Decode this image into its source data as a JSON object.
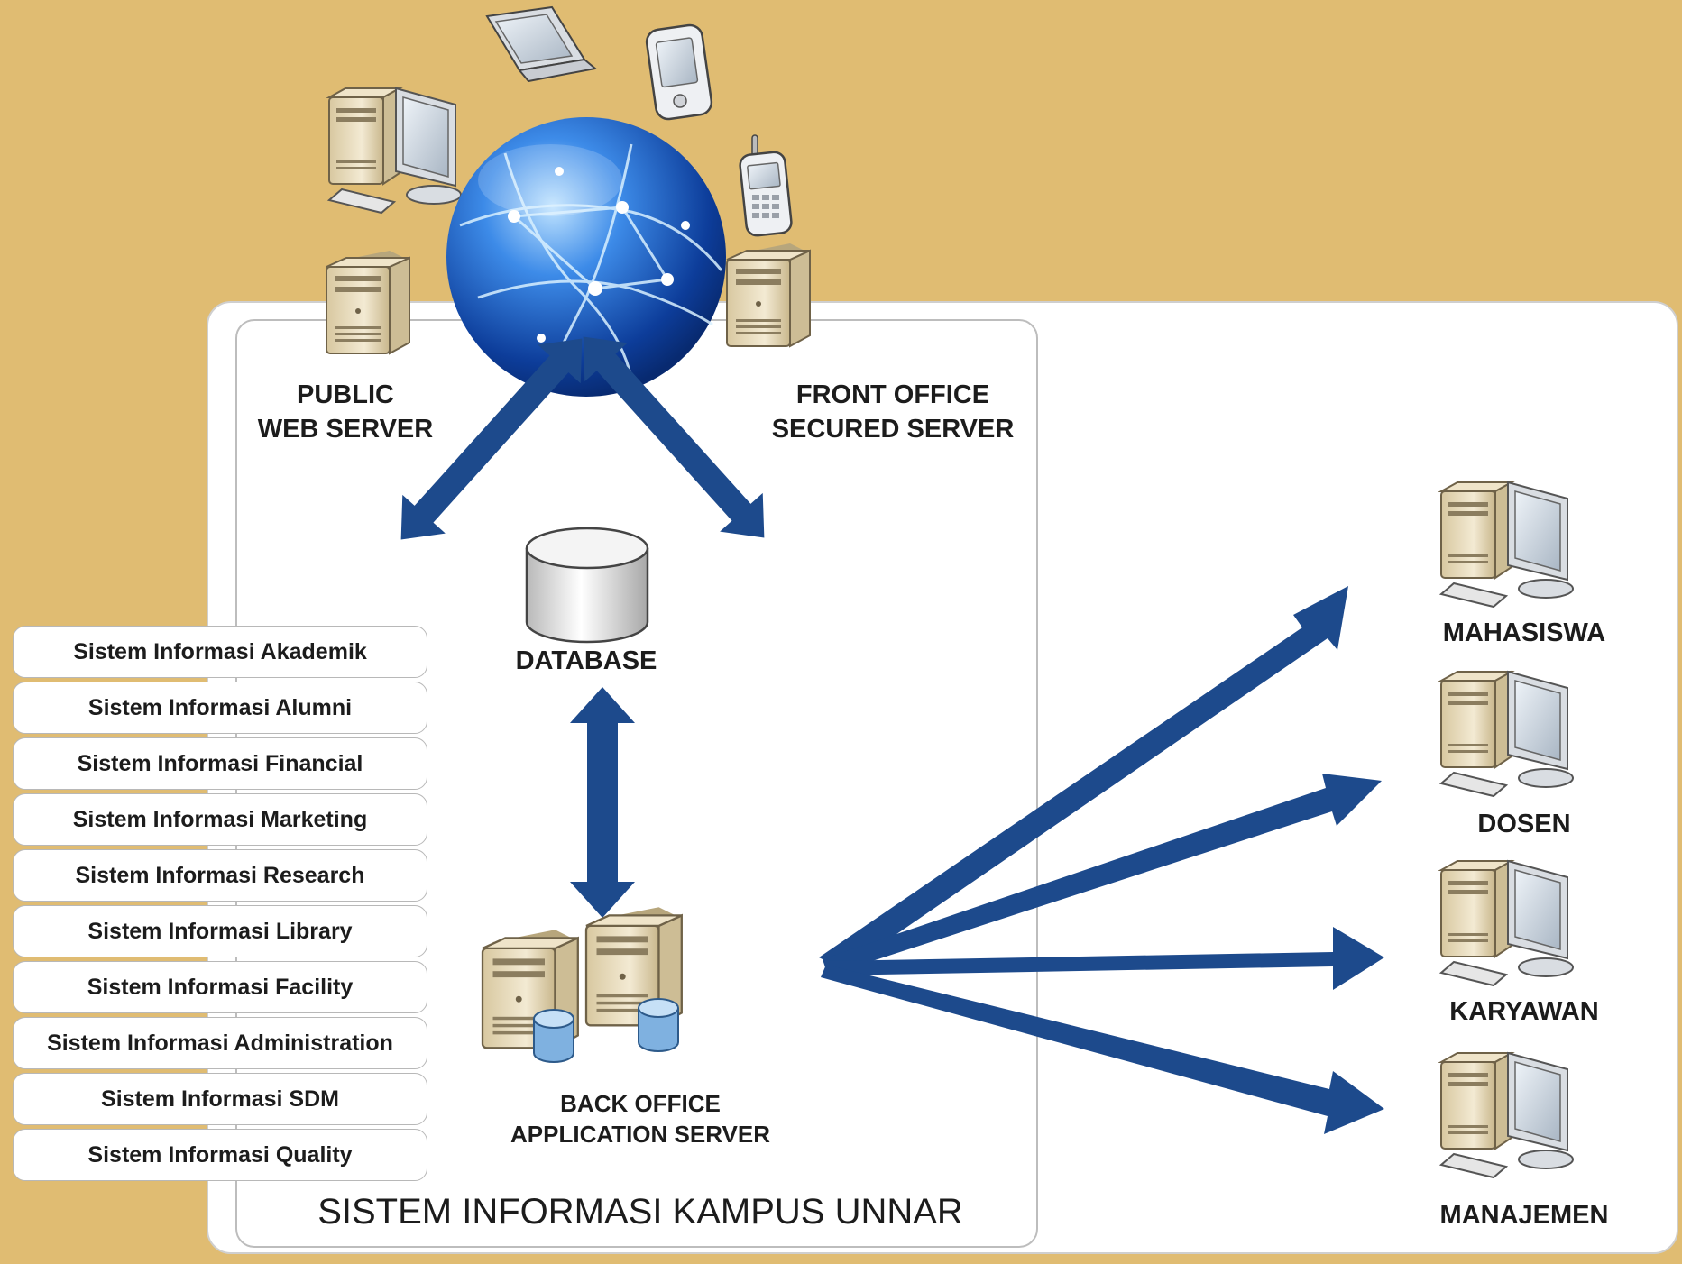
{
  "diagram": {
    "title": "SISTEM INFORMASI KAMPUS UNNAR",
    "nodes": {
      "public_web_server": [
        "PUBLIC",
        "WEB SERVER"
      ],
      "front_office_server": [
        "FRONT OFFICE",
        "SECURED SERVER"
      ],
      "database": "DATABASE",
      "back_office_server": [
        "BACK OFFICE",
        "APPLICATION SERVER"
      ]
    },
    "modules": [
      "Sistem Informasi Akademik",
      "Sistem Informasi Alumni",
      "Sistem Informasi Financial",
      "Sistem Informasi Marketing",
      "Sistem Informasi Research",
      "Sistem Informasi Library",
      "Sistem Informasi Facility",
      "Sistem Informasi Administration",
      "Sistem Informasi SDM",
      "Sistem Informasi Quality"
    ],
    "users": [
      "MAHASISWA",
      "DOSEN",
      "KARYAWAN",
      "MANAJEMEN"
    ],
    "colors": {
      "background": "#e0bc72",
      "panel": "#ffffff",
      "arrow": "#1d4a8c",
      "globe": "#2a6fd0",
      "server_beige": "#e8dcc0"
    },
    "icons": [
      "globe-icon",
      "laptop-icon",
      "pda-icon",
      "mobile-phone-icon",
      "desktop-computer-icon",
      "server-icon",
      "database-icon"
    ]
  }
}
